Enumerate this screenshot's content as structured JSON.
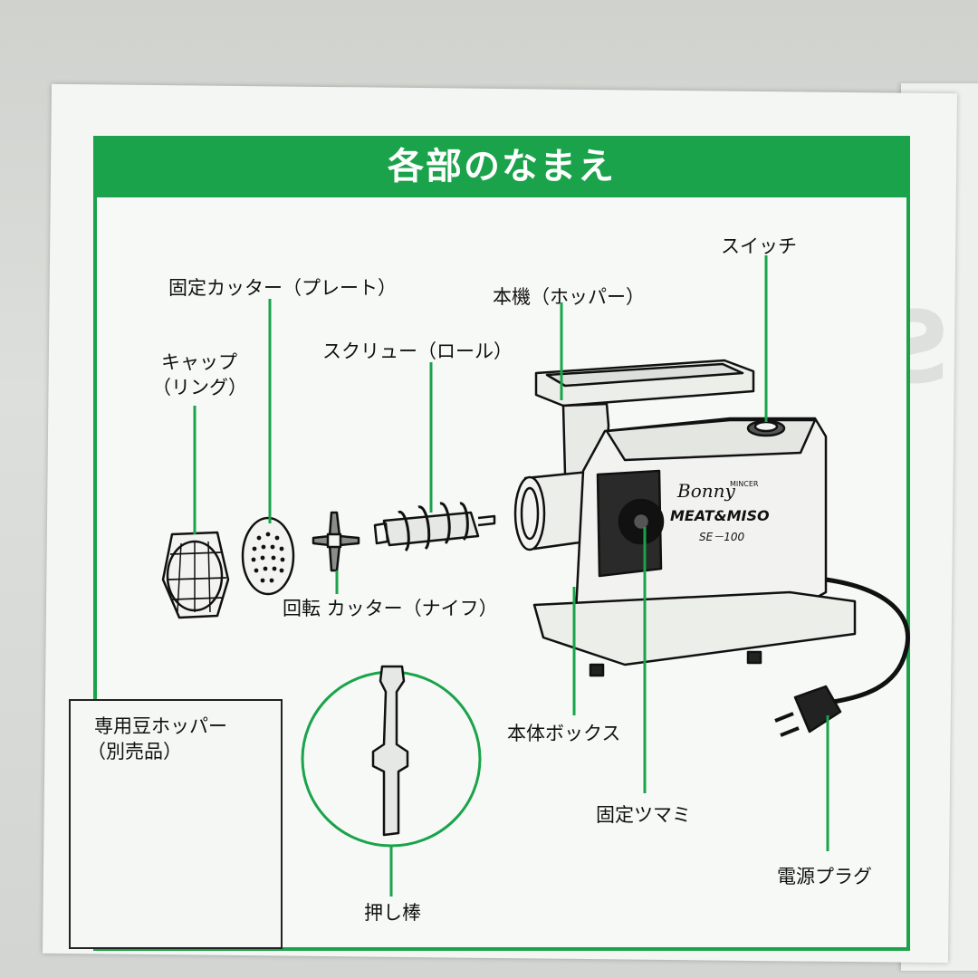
{
  "page": {
    "title": "各部のなまえ"
  },
  "labels": {
    "cap": "キャップ",
    "cap_sub": "（リング）",
    "plate": "固定カッター（プレート）",
    "screw": "スクリュー（ロール）",
    "hopper": "本機（ホッパー）",
    "switch": "スイッチ",
    "knife": "回転 カッター（ナイフ）",
    "body_box": "本体ボックス",
    "knob": "固定ツマミ",
    "plug": "電源プラグ",
    "pusher": "押し棒",
    "bean_hopper": "専用豆ホッパー",
    "bean_hopper_sub": "（別売品）"
  },
  "product": {
    "brand": "Bonny",
    "type": "MINCER",
    "line": "MEAT&MISO",
    "model": "SE－100"
  },
  "colors": {
    "accent_green": "#1aa34a",
    "ink": "#111111"
  },
  "icons": [
    "cap-ring-icon",
    "plate-icon",
    "knife-icon",
    "screw-icon",
    "mincer-icon",
    "plug-icon",
    "pusher-icon",
    "bean-hopper-icon"
  ]
}
